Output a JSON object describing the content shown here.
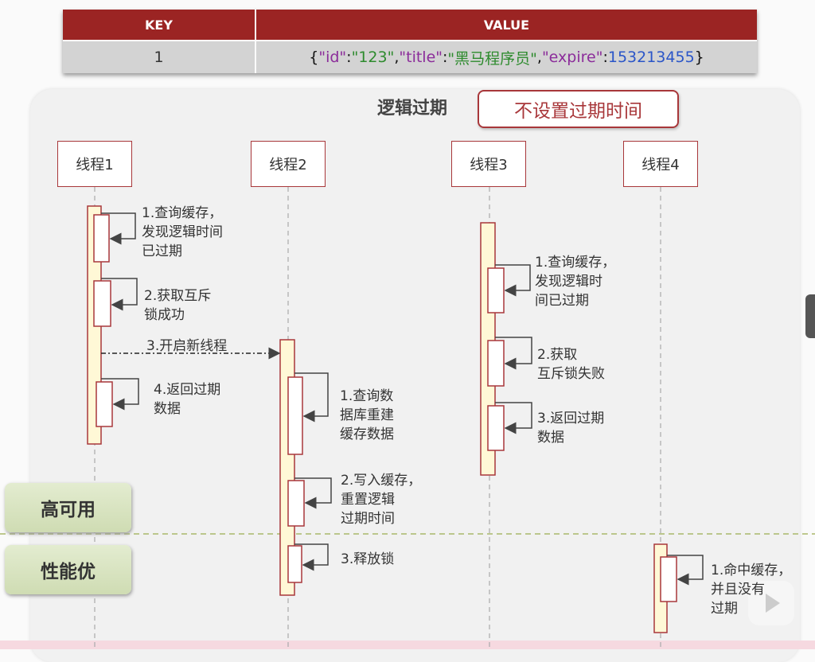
{
  "table": {
    "headers": {
      "key": "KEY",
      "value": "VALUE"
    },
    "row": {
      "key": "1",
      "value_parts": {
        "p1": "{",
        "k1": "\"id\"",
        "c1": ":",
        "v1": "\"123\"",
        "c2": ",",
        "k2": "\"title\"",
        "c3": ":",
        "v2": "\"黑马程序员\"",
        "c4": ",",
        "k3": "\"expire\"",
        "c5": ":",
        "v3": "153213455",
        "p2": "}"
      }
    },
    "colors": {
      "header_bg": "#9b2423",
      "key_color": "#8b2c9a",
      "string_color": "#2e8b2e",
      "number_color": "#2a55c8"
    }
  },
  "diagram": {
    "title": "逻辑过期",
    "badge": "不设置过期时间",
    "threads": [
      "线程1",
      "线程2",
      "线程3",
      "线程4"
    ],
    "thread1_notes": [
      "1.查询缓存，\n发现逻辑时间\n已过期",
      "2.获取互斥\n锁成功",
      "3.开启新线程",
      "4.返回过期\n数据"
    ],
    "thread2_notes": [
      "1.查询数\n据库重建\n缓存数据",
      "2.写入缓存，\n重置逻辑\n过期时间",
      "3.释放锁"
    ],
    "thread3_notes": [
      "1.查询缓存，\n发现逻辑时\n间已过期",
      "2.获取\n互斥锁失败",
      "3.返回过期\n数据"
    ],
    "thread4_notes": [
      "1.命中缓存，\n并且没有\n过期"
    ],
    "labels": {
      "high_availability": "高可用",
      "performance": "性能优"
    }
  }
}
